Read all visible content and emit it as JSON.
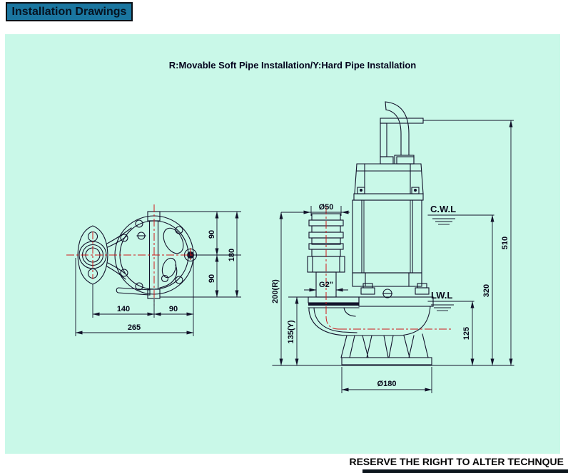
{
  "header": {
    "title": "Installation Drawings",
    "subtitle": "R:Movable Soft Pipe Installation/Y:Hard Pipe Installation"
  },
  "footer": {
    "note": "RESERVE THE RIGHT TO ALTER TECHNQUE"
  },
  "colors": {
    "title_bar_bg": "#1a76a0",
    "canvas_bg": "#c9f8e8",
    "drawing_line": "#12122a",
    "centerline_red": "#d01818"
  },
  "top_view": {
    "dim_width_left": "140",
    "dim_width_right": "90",
    "dim_width_total": "265",
    "dim_height_top": "90",
    "dim_height_bottom": "90",
    "dim_height_total": "180"
  },
  "side_view": {
    "hose_diameter": "Ø50",
    "outlet_thread": "G2\"",
    "height_soft_pipe": "200(R)",
    "height_hard_pipe": "135(Y)",
    "continuous_water_level": "C.W.L",
    "low_water_level": "LW.L",
    "dim_total_height": "510",
    "dim_cwl_height": "320",
    "dim_lwl_height": "125",
    "base_diameter": "Ø180"
  }
}
